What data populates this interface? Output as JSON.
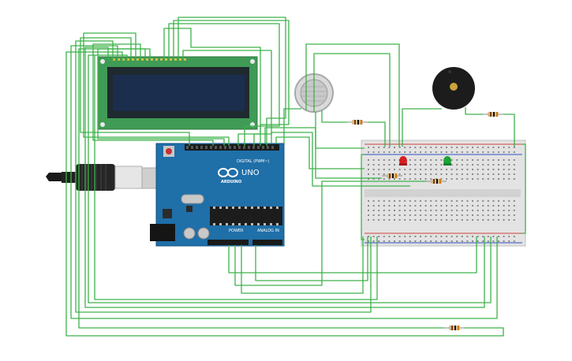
{
  "circuit": {
    "components": {
      "arduino": {
        "brand": "ARDUINO",
        "model": "UNO",
        "digital_header": "DIGITAL (PWM~)",
        "power_header": "POWER",
        "analog_header": "ANALOG IN"
      },
      "lcd": {
        "kind": "16x2 LCD"
      },
      "gas_sensor": {
        "kind": "gas sensor"
      },
      "buzzer": {
        "kind": "piezo buzzer"
      },
      "led_red": {
        "color": "#d42020"
      },
      "led_green": {
        "color": "#1fa33a"
      },
      "breadboard": {
        "kind": "half breadboard"
      },
      "usb_cable": {
        "kind": "USB cable"
      }
    },
    "wire_color": "#3db24a"
  }
}
